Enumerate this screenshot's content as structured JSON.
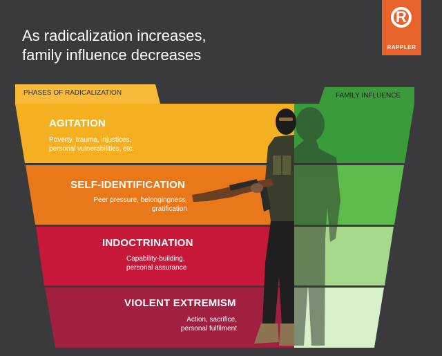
{
  "title": {
    "line1": "As radicalization increases,",
    "line2": "family influence decreases"
  },
  "logo": {
    "mark": "R",
    "text": "RAPPLER",
    "color": "#e8632b"
  },
  "headers": {
    "phases": "PHASES OF RADICALIZATION",
    "family": "FAMILY INFLUENCE"
  },
  "phases": [
    {
      "title": "AGITATION",
      "desc_line1": "Poverty, trauma, injustices,",
      "desc_line2": "personal vulnerabilities, etc.",
      "color": "#f5b021"
    },
    {
      "title": "SELF-IDENTIFICATION",
      "desc_line1": "Peer pressure, belongingness,",
      "desc_line2": "gratification",
      "color": "#e9781a"
    },
    {
      "title": "INDOCTRINATION",
      "desc_line1": "Capability-building,",
      "desc_line2": "personal assurance",
      "color": "#c8183a"
    },
    {
      "title": "VIOLENT EXTREMISM",
      "desc_line1": "Action, sacrifice,",
      "desc_line2": "personal fulfilment",
      "color": "#a11f3f"
    }
  ],
  "family_levels": [
    {
      "color": "#3a9b3a"
    },
    {
      "color": "#5cbd4c"
    },
    {
      "color": "#a6d98c"
    },
    {
      "color": "#d9f1cb"
    }
  ]
}
